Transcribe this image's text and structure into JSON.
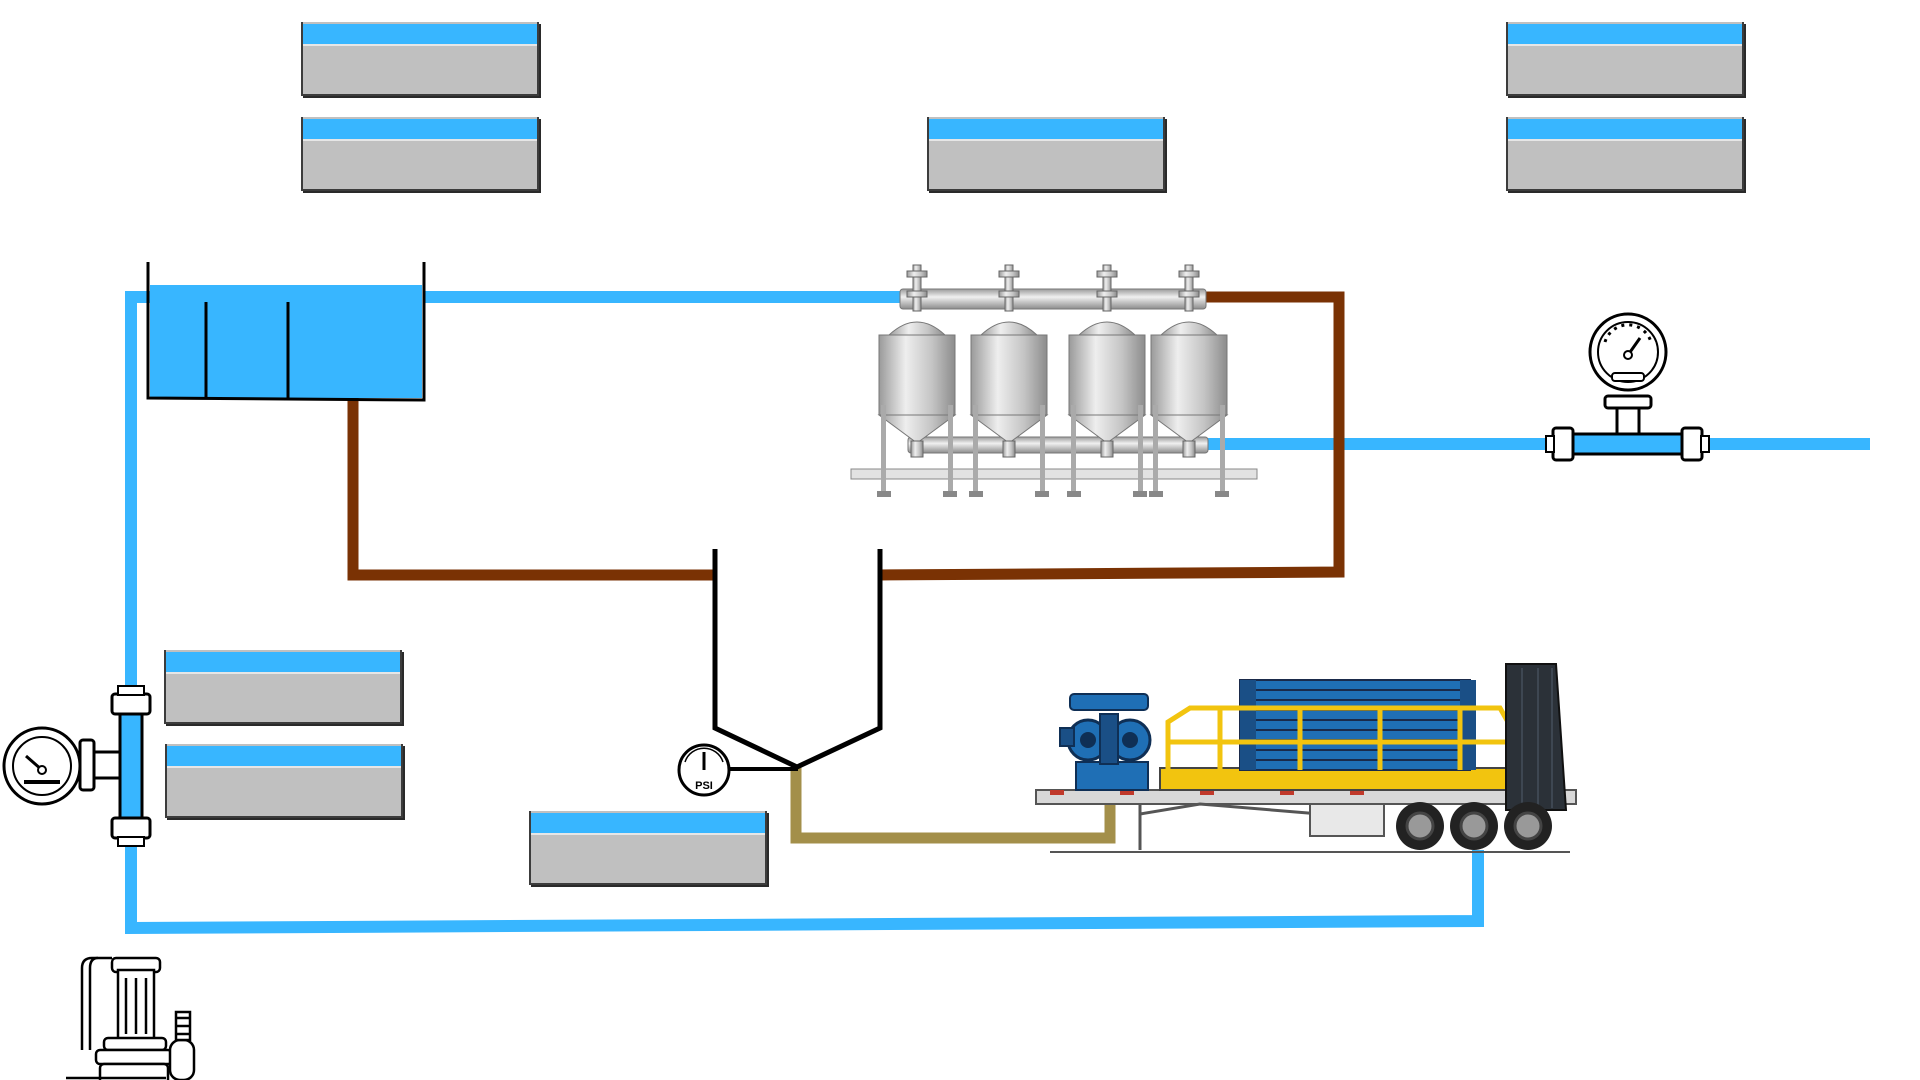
{
  "gauge_label": "PSI",
  "colors": {
    "water": "#38b6ff",
    "sludge": "#7a3204",
    "filtrate": "#a38f4a",
    "outline": "#000000",
    "tag_header": "#38b6ff",
    "tag_body": "#c0c0c0"
  },
  "data_tags": [
    {
      "id": "tag-1",
      "value": ""
    },
    {
      "id": "tag-2",
      "value": ""
    },
    {
      "id": "tag-3",
      "value": ""
    },
    {
      "id": "tag-4",
      "value": ""
    },
    {
      "id": "tag-5",
      "value": ""
    },
    {
      "id": "tag-6",
      "value": ""
    },
    {
      "id": "tag-7",
      "value": ""
    },
    {
      "id": "tag-8",
      "value": ""
    }
  ],
  "icons": [
    "settling-tank-icon",
    "media-filter-bank-icon",
    "pressure-gauge-icon",
    "flow-meter-icon",
    "submersible-pump-icon",
    "cone-bottom-tank-icon",
    "diaphragm-pump-icon",
    "filter-press-trailer-icon"
  ]
}
